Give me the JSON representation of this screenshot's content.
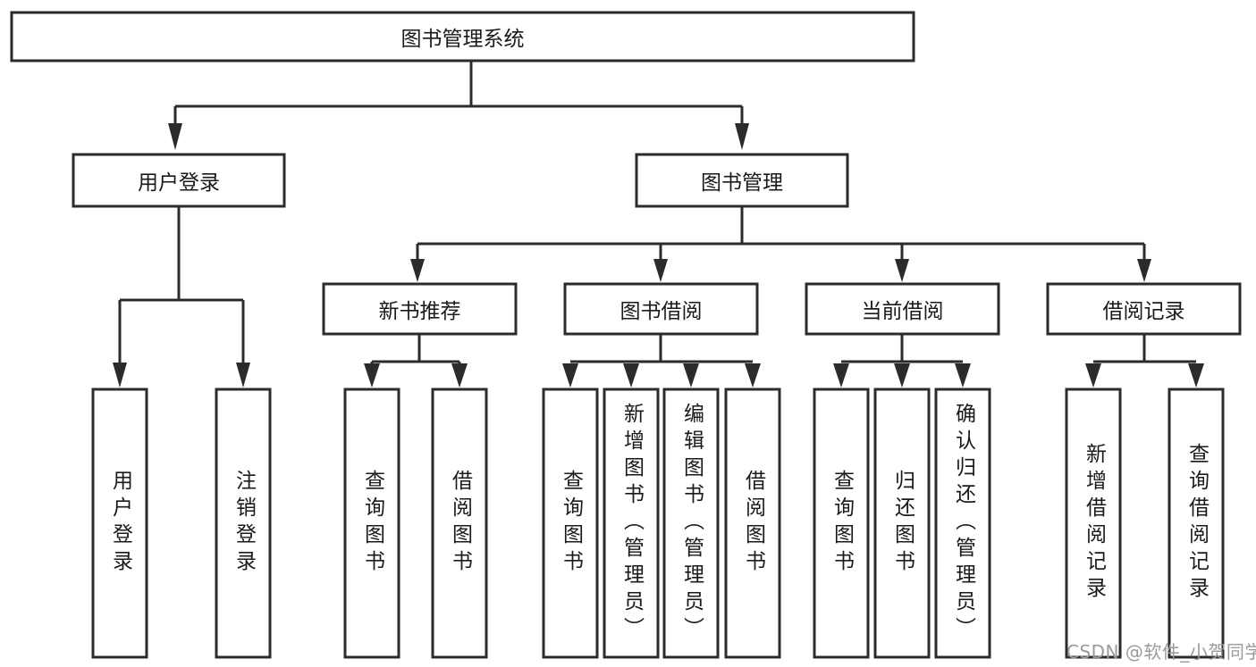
{
  "diagram": {
    "title": "图书管理系统",
    "watermark": "CSDN @软件_小贺同学",
    "colors": {
      "stroke": "#2b2b2b",
      "box_fill": "#ffffff",
      "text": "#1a1a1a",
      "background": "#ffffff",
      "watermark": "#9a9a9a"
    },
    "root": {
      "label": "图书管理系统"
    },
    "level2": [
      {
        "label": "用户登录"
      },
      {
        "label": "图书管理"
      }
    ],
    "level3": [
      {
        "label": "新书推荐"
      },
      {
        "label": "图书借阅"
      },
      {
        "label": "当前借阅"
      },
      {
        "label": "借阅记录"
      }
    ],
    "leaves": {
      "user_login": [
        {
          "label": "用户登录"
        },
        {
          "label": "注销登录"
        }
      ],
      "new_book_recommend": [
        {
          "label": "查询图书"
        },
        {
          "label": "借阅图书"
        }
      ],
      "book_borrow": [
        {
          "label": "查询图书"
        },
        {
          "label": "新增图书（管理员）"
        },
        {
          "label": "编辑图书（管理员）"
        },
        {
          "label": "借阅图书"
        }
      ],
      "current_borrow": [
        {
          "label": "查询图书"
        },
        {
          "label": "归还图书"
        },
        {
          "label": "确认归还（管理员）"
        }
      ],
      "borrow_record": [
        {
          "label": "新增借阅记录"
        },
        {
          "label": "查询借阅记录"
        }
      ]
    }
  }
}
